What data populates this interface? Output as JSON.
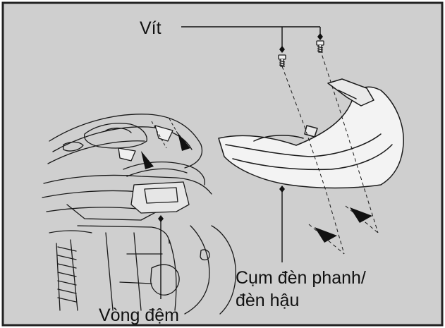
{
  "labels": {
    "screw": "Vít",
    "taillight_line1": "Cụm đèn phanh/",
    "taillight_line2": "đèn hậu",
    "washer": "Vòng đệm"
  },
  "colors": {
    "background": "#cfcfcf",
    "border": "#222222",
    "ink": "#1a1a1a",
    "part_fill": "#f3f3f3"
  }
}
